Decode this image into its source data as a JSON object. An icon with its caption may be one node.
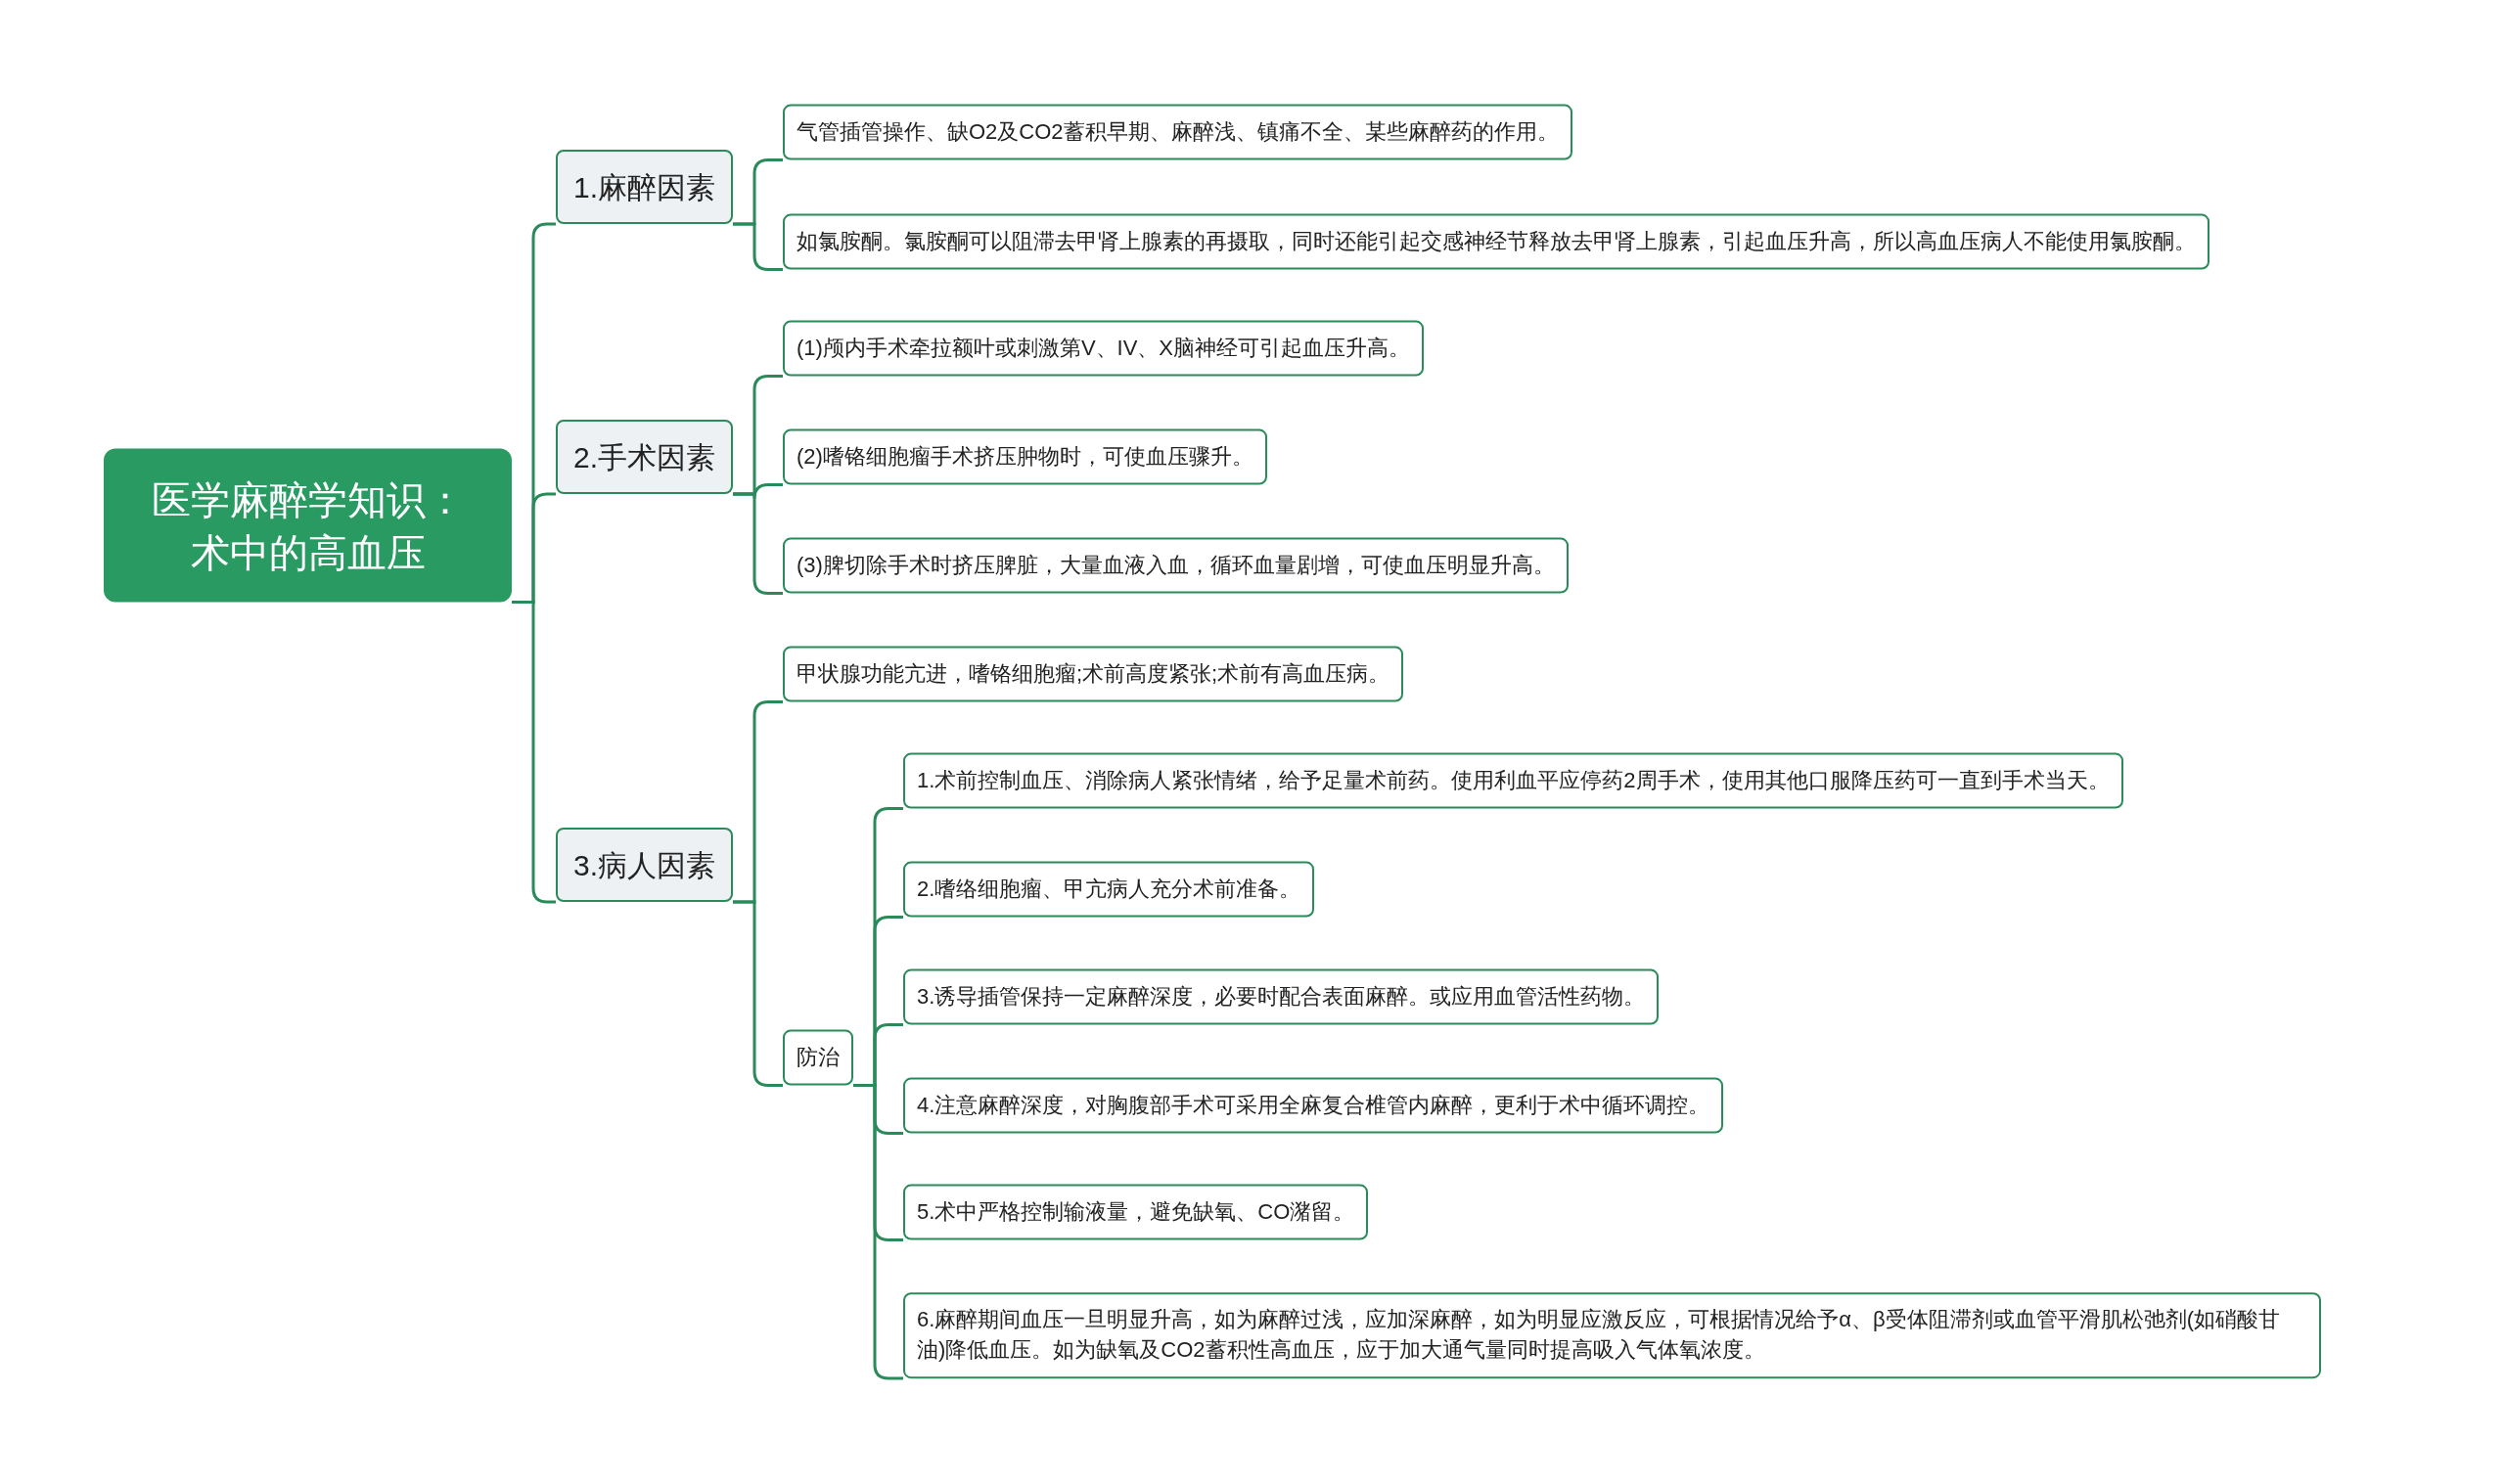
{
  "diagram": {
    "nodes": [
      {
        "text": [
          "医学麻醉学知识：术中的高血压"
        ]
      },
      {
        "text": [
          "1.麻醉因素"
        ]
      },
      {
        "text": [
          "气管插管操作、缺O2及CO2蓄积早期、麻醉浅、镇痛不全、某些麻醉药的作用。"
        ]
      },
      {
        "text": [
          "如氯胺酮。氯胺酮可以阻滞去甲肾上腺素的再摄取，同时还能引起交感神经节释放去甲肾上腺素，引起血压升高，所以高血压病人不能使用氯胺酮。"
        ]
      },
      {
        "text": [
          "2.手术因素"
        ]
      },
      {
        "text": [
          "(1)颅内手术牵拉额叶或刺激第V、IV、X脑神经可引起血压升高。"
        ]
      },
      {
        "text": [
          "(2)嗜铬细胞瘤手术挤压肿物时，可使血压骤升。"
        ]
      },
      {
        "text": [
          "(3)脾切除手术时挤压脾脏，大量血液入血，循环血量剧增，可使血压明显升高。"
        ]
      },
      {
        "text": [
          "3.病人因素"
        ]
      },
      {
        "text": [
          "甲状腺功能亢进，嗜铬细胞瘤;术前高度紧张;术前有高血压病。"
        ]
      },
      {
        "text": [
          "防治"
        ]
      },
      {
        "text": [
          "1.术前控制血压、消除病人紧张情绪，给予足量术前药。使用利血平应停药2周手术，使用其他口服降压药可一直到手术当天。"
        ]
      },
      {
        "text": [
          "2.嗜络细胞瘤、甲亢病人充分术前准备。"
        ]
      },
      {
        "text": [
          "3.诱导插管保持一定麻醉深度，必要时配合表面麻醉。或应用血管活性药物。"
        ]
      },
      {
        "text": [
          "4.注意麻醉深度，对胸腹部手术可采用全麻复合椎管内麻醉，更利于术中循环调控。"
        ]
      },
      {
        "text": [
          "5.术中严格控制输液量，避免缺氧、CO潴留。"
        ]
      },
      {
        "text": [
          "6.麻醉期间血压一旦明显升高，如为麻醉过浅，应加深麻醉，如为明显应激反应，可根据情况给予α、β受体阻滞剂或血管平滑肌松弛剂(如硝酸甘油)降低血压。如为缺氧及CO2蓄积性高血压，应于加大通气量同时提高吸入气体氧浓度。"
        ]
      }
    ],
    "edges": [
      {
        "from": 0,
        "to": 1,
        "arrow": "none"
      },
      {
        "from": 1,
        "to": 2,
        "arrow": "none"
      },
      {
        "from": 1,
        "to": 3,
        "arrow": "none"
      },
      {
        "from": 0,
        "to": 4,
        "arrow": "none"
      },
      {
        "from": 4,
        "to": 5,
        "arrow": "none"
      },
      {
        "from": 4,
        "to": 6,
        "arrow": "none"
      },
      {
        "from": 4,
        "to": 7,
        "arrow": "none"
      },
      {
        "from": 0,
        "to": 8,
        "arrow": "none"
      },
      {
        "from": 8,
        "to": 9,
        "arrow": "none"
      },
      {
        "from": 8,
        "to": 10,
        "arrow": "none"
      },
      {
        "from": 10,
        "to": 11,
        "arrow": "none"
      },
      {
        "from": 10,
        "to": 12,
        "arrow": "none"
      },
      {
        "from": 10,
        "to": 13,
        "arrow": "none"
      },
      {
        "from": 10,
        "to": 14,
        "arrow": "none"
      },
      {
        "from": 10,
        "to": 15,
        "arrow": "none"
      },
      {
        "from": 10,
        "to": 16,
        "arrow": "none"
      }
    ]
  }
}
